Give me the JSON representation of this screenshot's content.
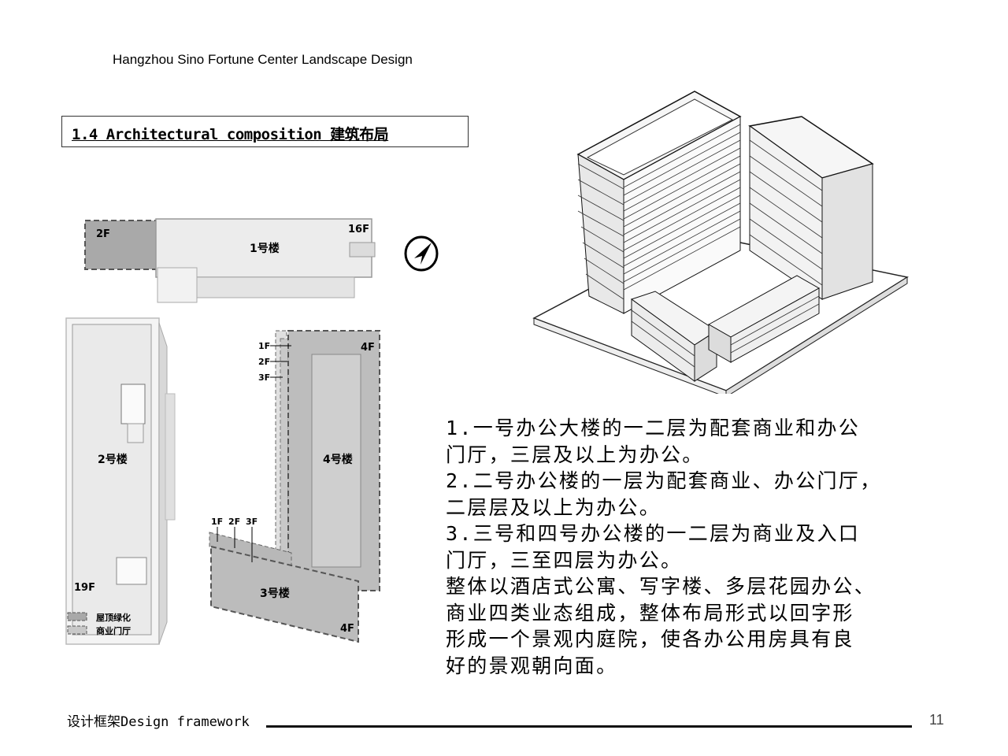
{
  "header": {
    "title": "Hangzhou Sino Fortune Center Landscape Design"
  },
  "section": {
    "title": "1.4 Architectural composition 建筑布局"
  },
  "plan": {
    "building1": {
      "name": "1号楼",
      "floors_left": "2F",
      "floors_right": "16F"
    },
    "building2": {
      "name": "2号楼",
      "floors": "19F"
    },
    "building3": {
      "name": "3号楼",
      "floors": "4F"
    },
    "building4": {
      "name": "4号楼",
      "floors": "4F"
    },
    "step_labels_vertical": [
      "1F",
      "2F",
      "3F"
    ],
    "step_labels_horizontal": [
      "1F",
      "2F",
      "3F"
    ],
    "legend": [
      {
        "label": "屋顶绿化"
      },
      {
        "label": "商业门厅"
      }
    ]
  },
  "description": {
    "text": "1.一号办公大楼的一二层为配套商业和办公\n门厅，三层及以上为办公。\n2.二号办公楼的一层为配套商业、办公门厅，\n二层层及以上为办公。\n3.三号和四号办公楼的一二层为商业及入口\n门厅，三至四层为办公。\n整体以酒店式公寓、写字楼、多层花园办公、\n商业四类业态组成，整体布局形式以回字形\n形成一个景观内庭院，使各办公用房具有良\n好的景观朝向面。"
  },
  "footer": {
    "label": "设计框架Design framework",
    "page_number": "11"
  }
}
